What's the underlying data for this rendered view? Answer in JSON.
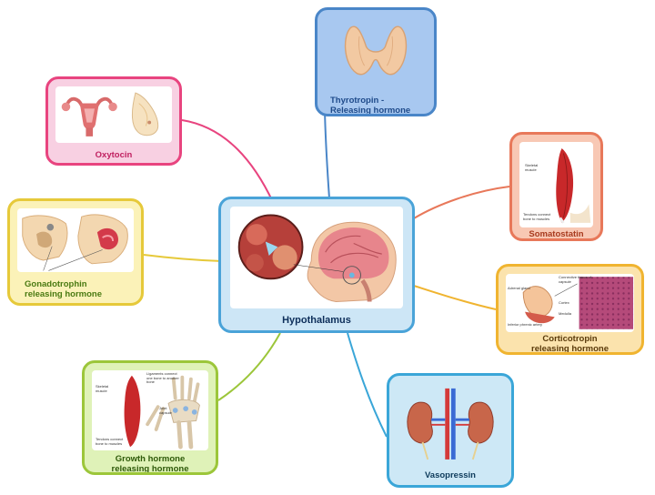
{
  "center": {
    "label": "Hypothalamus"
  },
  "nodes": {
    "oxytocin": {
      "label": "Oxytocin"
    },
    "thyrotropin": {
      "label": "Thyrotropin -\nReleasing hormone"
    },
    "somatostatin": {
      "label": "Somatostatin",
      "callout1": "Skeletal\nmuscle",
      "callout2": "Tendons connect\nbone to muscles"
    },
    "gonadotrophin": {
      "label": "Gonadotrophin\nreleasing hormone"
    },
    "corticotropin": {
      "label": "Corticotropin\nreleasing hormone",
      "callout1": "Connective tissue of\ncapsule",
      "callout2": "Adrenal gland",
      "callout3": "Cortex",
      "callout4": "Medulla",
      "callout5": "Inferior phrenic artery"
    },
    "growth": {
      "label": "Growth hormone\nreleasing hormone",
      "callout1": "Skeletal\nmuscle",
      "callout2": "Ligaments connect\none bone to another\nbone",
      "callout3": "Joint\ncapsule",
      "callout4": "Tendons connect\nbone to muscles"
    },
    "vasopressin": {
      "label": "Vasopressin"
    }
  },
  "colors": {
    "pink": "#e8447f",
    "blue": "#4a86c8",
    "salmon": "#e8785a",
    "yellow": "#e6c93a",
    "orange": "#f0b430",
    "green": "#9cc63a",
    "cyan": "#3aa6d8",
    "center": "#4aa3d8"
  }
}
